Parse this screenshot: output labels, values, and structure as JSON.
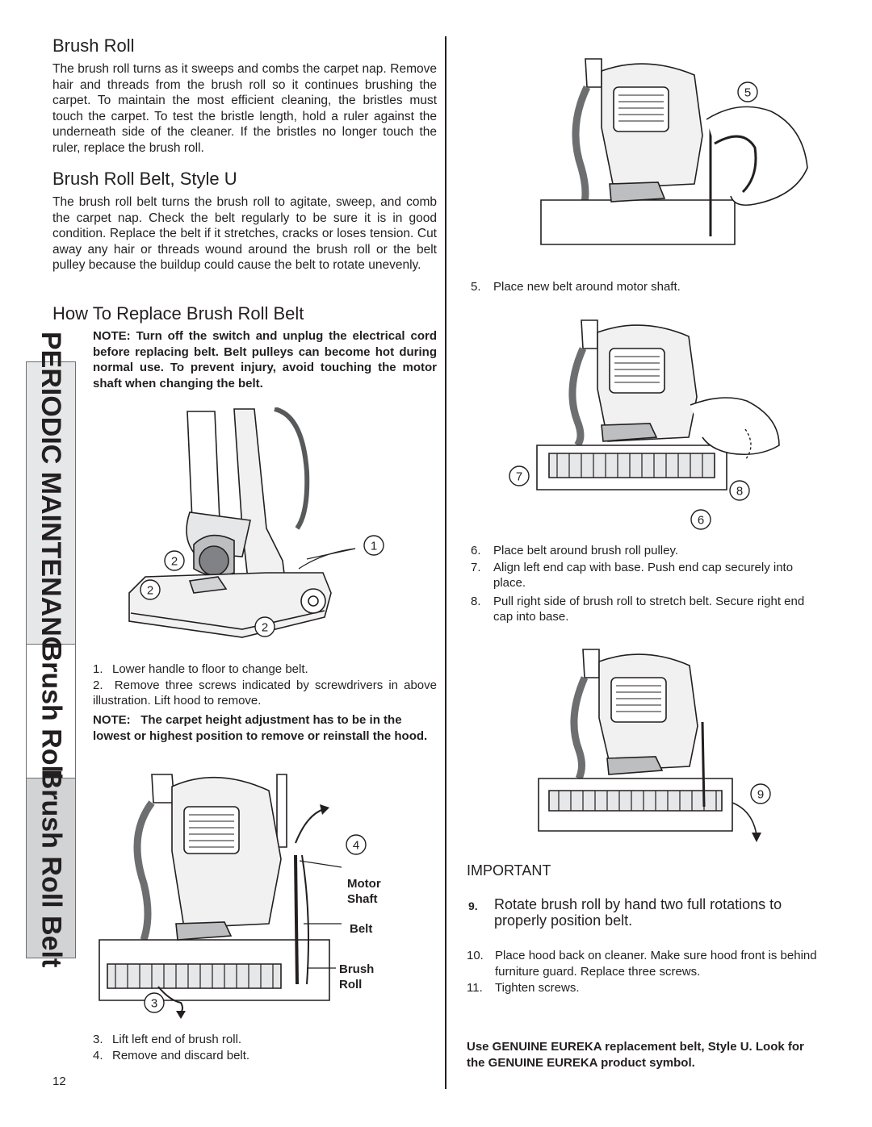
{
  "sidebar": {
    "section1": "PERIODIC MAINTENANCE",
    "section2": "Brush Roll",
    "section3": "Brush Roll Belt"
  },
  "left": {
    "brush_roll": {
      "heading": "Brush Roll",
      "text": "The brush roll turns as it sweeps and combs the carpet nap. Remove hair and threads from the brush roll so it continues brushing the carpet. To maintain the most efficient cleaning, the bristles must touch the carpet. To test the bristle length, hold a ruler against the underneath side of the cleaner. If the bristles no longer touch the ruler, replace the brush roll."
    },
    "belt_style": {
      "heading": "Brush Roll Belt, Style U",
      "text": "The brush roll belt turns the brush roll to agitate, sweep, and comb the carpet nap. Check the belt regularly to be sure it is in good condition. Replace the belt if it stretches, cracks or loses tension. Cut away any hair or threads wound around the brush roll or the belt pulley because the buildup could cause the belt to rotate unevenly."
    },
    "replace": {
      "heading": "How To Replace Brush Roll Belt",
      "note_prefix": "NOTE:",
      "note_text": "Turn off the switch and unplug the electrical cord before replacing belt. Belt pulleys can become hot during normal use. To prevent injury, avoid touching the motor shaft when changing the belt."
    },
    "fig1_callouts": [
      "1",
      "2",
      "2",
      "2"
    ],
    "steps_a": [
      {
        "n": "1.",
        "text": "Lower handle to floor to change belt."
      },
      {
        "n": "2.",
        "text": "Remove three screws indicated by screwdrivers in above illustration. Lift hood to remove."
      }
    ],
    "note2_prefix": "NOTE:",
    "note2_text": "The carpet height adjustment has to be in the lowest or highest position to remove or reinstall the hood.",
    "fig2_callouts": {
      "num4": "4",
      "num3": "3",
      "motor_shaft": "Motor Shaft",
      "belt": "Belt",
      "brush_roll": "Brush Roll"
    },
    "steps_b": [
      {
        "n": "3.",
        "text": "Lift left end of brush roll."
      },
      {
        "n": "4.",
        "text": "Remove and discard belt."
      }
    ],
    "page_number": "12"
  },
  "right": {
    "fig5_callout": "5",
    "step5": {
      "n": "5.",
      "text": "Place new belt around motor shaft."
    },
    "fig6_callouts": {
      "num7": "7",
      "num8": "8",
      "num6": "6"
    },
    "steps_c": [
      {
        "n": "6.",
        "text": "Place belt around brush roll pulley."
      },
      {
        "n": "7.",
        "text": "Align left end cap with base. Push end cap securely into place."
      },
      {
        "n": "8.",
        "text": "Pull right side of brush roll to stretch belt. Secure right end cap into base."
      }
    ],
    "fig9_callout": "9",
    "important_heading": "IMPORTANT",
    "important_step": {
      "n": "9.",
      "text": "Rotate brush roll by hand two full rotations to properly position belt."
    },
    "steps_d": [
      {
        "n": "10.",
        "text": "Place hood back on cleaner. Make sure hood front is behind furniture guard. Replace three screws."
      },
      {
        "n": "11.",
        "text": "Tighten screws."
      }
    ],
    "footer_note": "Use GENUINE EUREKA replacement belt, Style U. Look for the GENUINE EUREKA product symbol."
  }
}
